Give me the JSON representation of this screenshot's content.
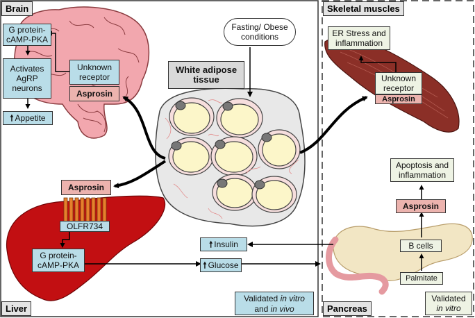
{
  "regions": {
    "brain": "Brain",
    "liver": "Liver",
    "skeletal_muscles": "Skeletal muscles",
    "pancreas": "Pancreas"
  },
  "brain_boxes": {
    "gprotein": "G protein-\ncAMP-PKA",
    "activates": "Activates\nAgRP\nneurons",
    "appetite": "Appetite",
    "unknown_receptor": "Unknown\nreceptor",
    "asprosin": "Asprosin"
  },
  "adipose": {
    "condition": "Fasting/ Obese\nconditions",
    "title": "White adipose\ntissue"
  },
  "liver_boxes": {
    "asprosin": "Asprosin",
    "olfr": "OLFR734",
    "gprotein": "G protein-\ncAMP-PKA",
    "insulin": "Insulin",
    "glucose": "Glucose",
    "validated_prefix": "Validated ",
    "validated_invitro": "in vitro",
    "validated_and": "and ",
    "validated_invivo": "in vivo"
  },
  "muscle_boxes": {
    "er_stress": "ER Stress and\ninflammation",
    "unknown_receptor": "Unknown\nreceptor",
    "asprosin": "Asprosin"
  },
  "pancreas_boxes": {
    "apoptosis": "Apoptosis and\ninflammation",
    "asprosin": "Asprosin",
    "bcells": "B cells",
    "palmitate": "Palmitate",
    "validated": "Validated",
    "validated_invitro": "in vitro"
  },
  "up_arrow_glyph": "🠕",
  "colors": {
    "blue_box": "#b9dde8",
    "pink_box": "#ecb3ae",
    "green_box": "#eef3e4",
    "brain": "#f2a7ae",
    "liver": "#c20f12",
    "muscle": "#8b2f27",
    "fat_cell": "#fcf6c9",
    "pancreas": "#f2e6c4"
  }
}
